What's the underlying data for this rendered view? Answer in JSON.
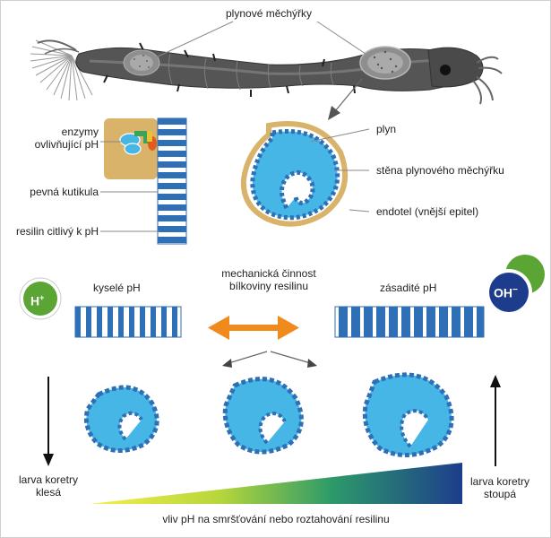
{
  "labels": {
    "gas_bladders": "plynové měchýřky",
    "enzymes_line1": "enzymy",
    "enzymes_line2": "ovlivňující pH",
    "cuticle": "pevná kutikula",
    "resilin": "resilin citlivý k pH",
    "gas": "plyn",
    "bladder_wall": "stěna plynového měchýřku",
    "endothelium": "endotel (vnější epitel)",
    "acidic": "kyselé pH",
    "mech_line1": "mechanická činnost",
    "mech_line2": "bílkoviny resilinu",
    "basic": "zásadité pH",
    "h_ion": "H",
    "h_sup": "+",
    "oh_ion": "OH",
    "oh_sup": "−",
    "sink_line1": "larva koretry",
    "sink_line2": "klesá",
    "rise_line1": "larva koretry",
    "rise_line2": "stoupá",
    "bottom_caption": "vliv pH na smršťování nebo roztahování resilinu"
  },
  "colors": {
    "resilin_blue": "#2f6fb5",
    "gas_cyan": "#45b6e6",
    "cuticle_tan": "#d9b36a",
    "arrow_orange": "#f08a1c",
    "h_green": "#5aa533",
    "oh_navy": "#1d3d8c",
    "gradient_start": "#f2e600",
    "gradient_mid": "#3aa35a",
    "gradient_end": "#1d3d8c",
    "larva_gray": "#555555"
  }
}
